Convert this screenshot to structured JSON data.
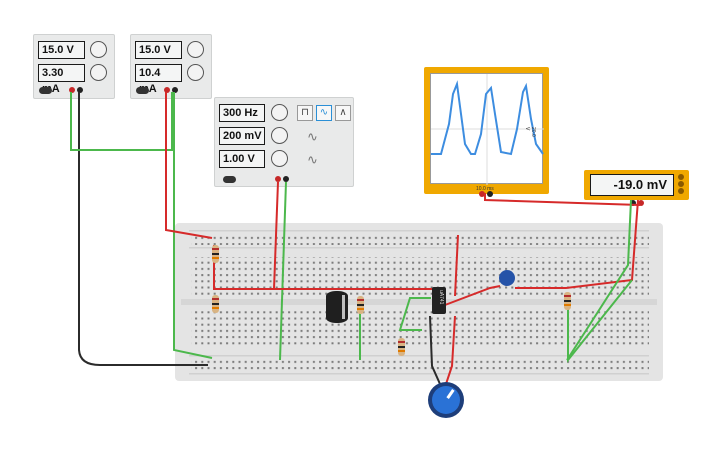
{
  "supply1": {
    "voltage": "15.0 V",
    "current": "3.30 mA"
  },
  "supply2": {
    "voltage": "15.0 V",
    "current": "10.4 mA"
  },
  "function_generator": {
    "frequency": "300 Hz",
    "amplitude": "200 mV",
    "offset": "1.00 V"
  },
  "oscilloscope": {
    "time_div": "10.0 ms",
    "volt_div": "20.0 V"
  },
  "multimeter": {
    "reading": "-19.0 mV"
  },
  "colors": {
    "wire_red": "#d62a2a",
    "wire_green": "#4cb84c",
    "wire_black": "#2b2b2b",
    "instrument_orange": "#f0a800",
    "trace_blue": "#3d8de0"
  }
}
